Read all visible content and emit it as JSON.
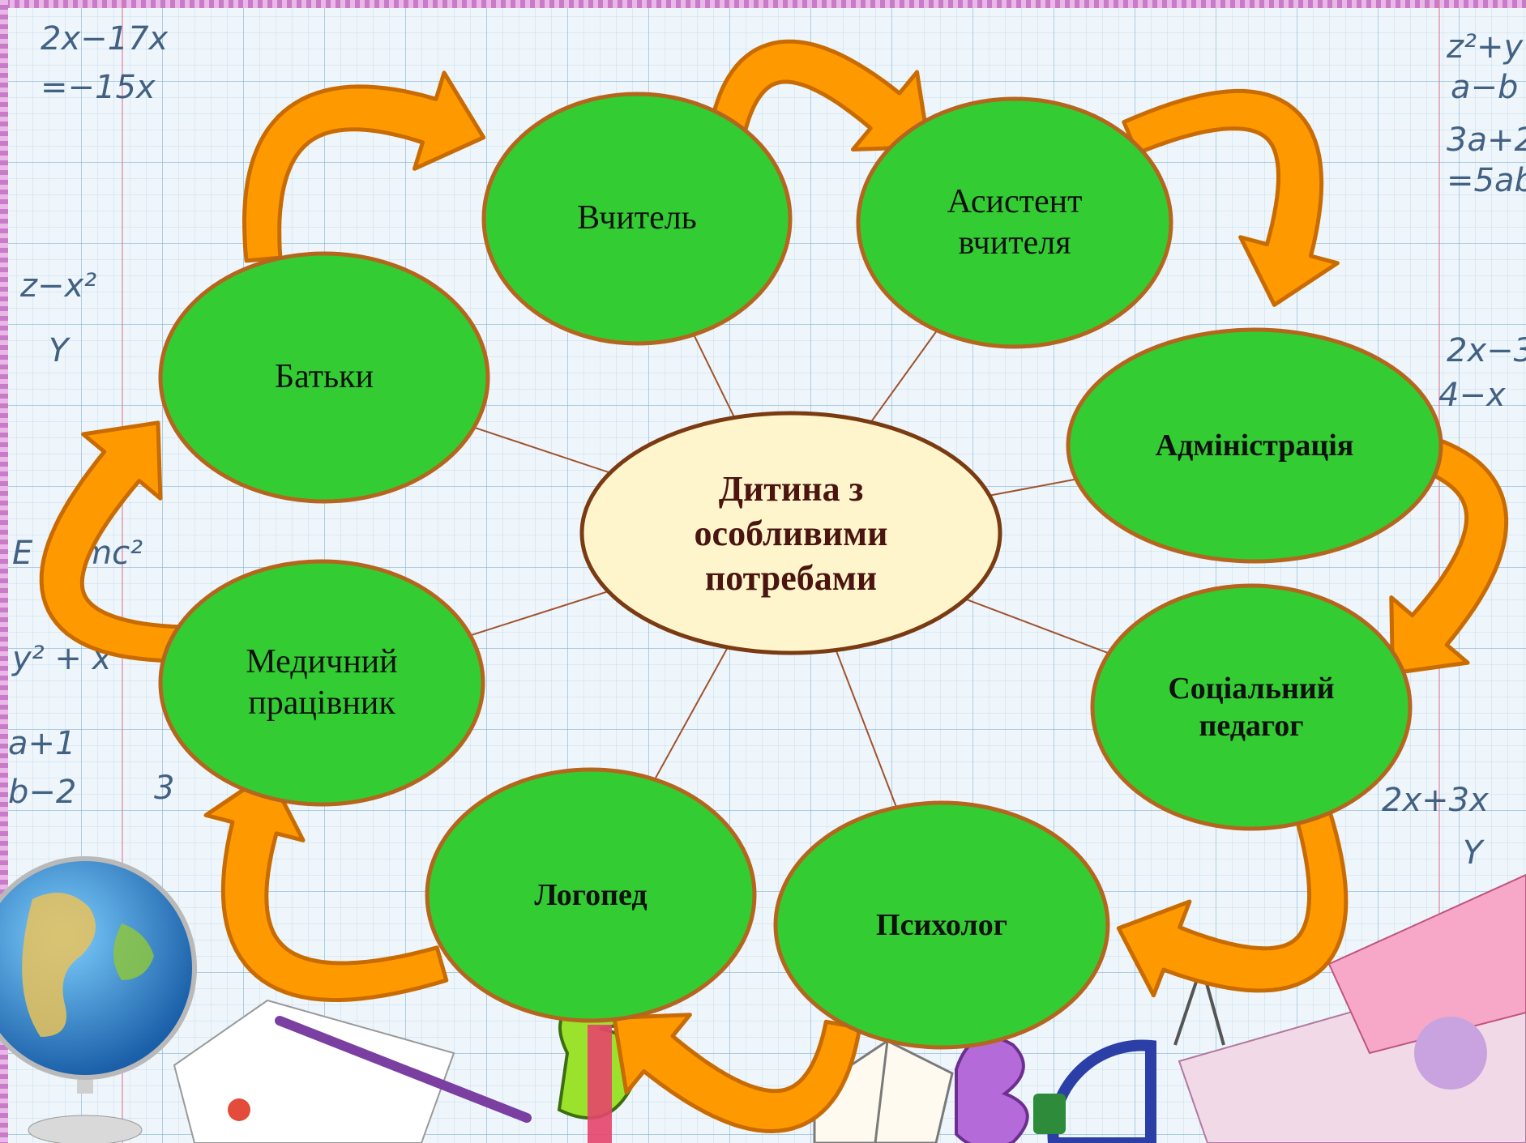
{
  "center": {
    "label": "Дитина з\nособливими\nпотребами"
  },
  "nodes": [
    {
      "id": "teacher",
      "label": "Вчитель",
      "bold": false
    },
    {
      "id": "assistant",
      "label": "Асистент\nвчителя",
      "bold": false
    },
    {
      "id": "administration",
      "label": "Адміністрація",
      "bold": true
    },
    {
      "id": "social-pedagogue",
      "label": "Соціальний\nпедагог",
      "bold": true
    },
    {
      "id": "psychologist",
      "label": "Психолог",
      "bold": true
    },
    {
      "id": "speech-therapist",
      "label": "Логопед",
      "bold": true
    },
    {
      "id": "medical-worker",
      "label": "Медичний\nпрацівник",
      "bold": false
    },
    {
      "id": "parents",
      "label": "Батьки",
      "bold": false
    }
  ],
  "background_formulas": {
    "f1": "2x−17x",
    "f2": "=−15x",
    "f3": "z−x²",
    "f4": "Y",
    "f5": "E = mc²",
    "f6": "y² + x",
    "f7": "a+1",
    "f8": "b−2",
    "f9": "3",
    "f10": "z²+y",
    "f11": "a−b",
    "f12": "3a+2",
    "f13": "=5ab",
    "f14": "2x−3",
    "f15": "4−x",
    "f16": "2x+3x",
    "f17": "Y"
  },
  "colors": {
    "node_fill": "#33cc33",
    "node_stroke": "#b5651d",
    "center_fill": "#fff5cc",
    "center_stroke": "#7a3b12",
    "arrow_fill": "#ff9900",
    "arrow_stroke": "#c86b00",
    "connector": "#a0522d"
  }
}
